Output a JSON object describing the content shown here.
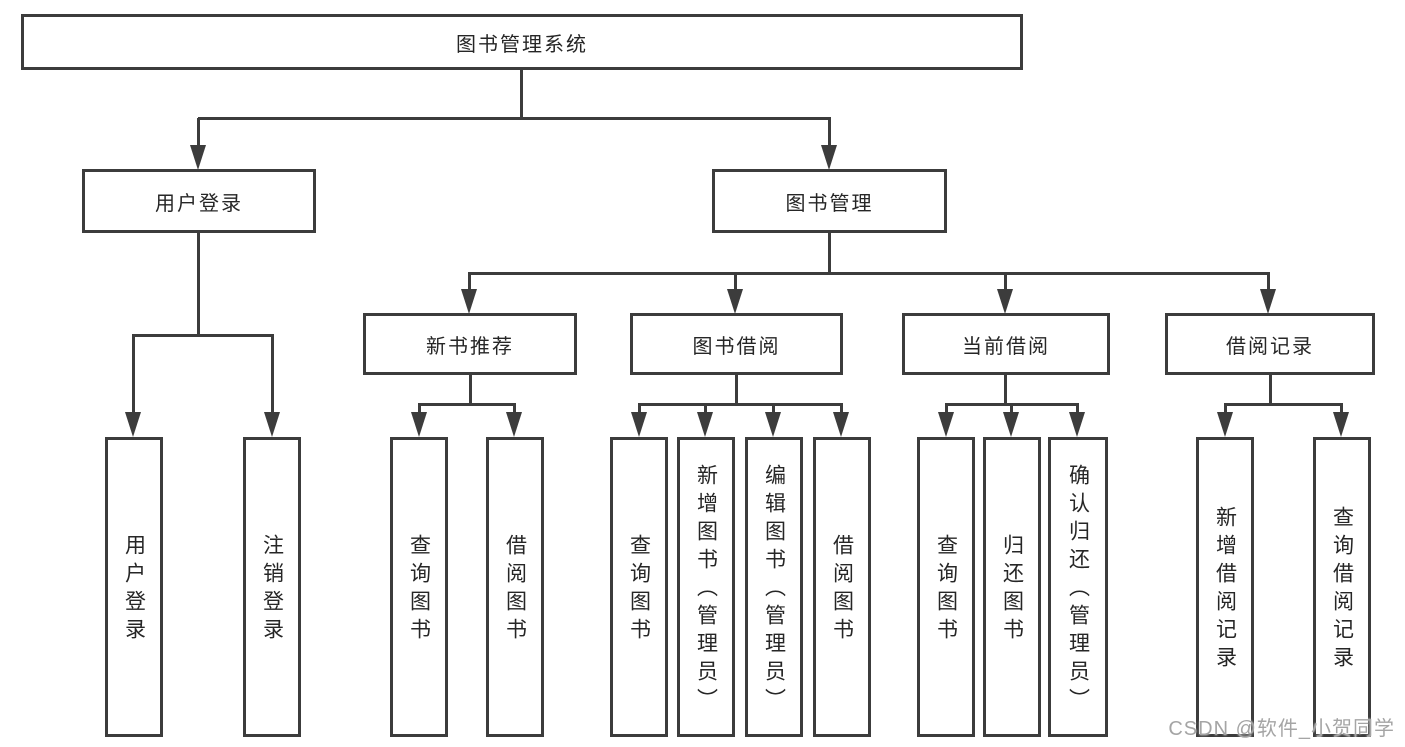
{
  "tree": {
    "root": "图书管理系统",
    "branches": [
      {
        "label": "用户登录",
        "children": [
          "用户登录",
          "注销登录"
        ]
      },
      {
        "label": "图书管理",
        "sections": [
          {
            "label": "新书推荐",
            "children": [
              "查询图书",
              "借阅图书"
            ]
          },
          {
            "label": "图书借阅",
            "children": [
              "查询图书",
              "新增图书（管理员）",
              "编辑图书（管理员）",
              "借阅图书"
            ]
          },
          {
            "label": "当前借阅",
            "children": [
              "查询图书",
              "归还图书",
              "确认归还（管理员）"
            ]
          },
          {
            "label": "借阅记录",
            "children": [
              "新增借阅记录",
              "查询借阅记录"
            ]
          }
        ]
      }
    ]
  },
  "watermark": {
    "text": "CSDN @软件_小贺同学"
  },
  "colors": {
    "line": "#3c3c3c",
    "text": "#262626",
    "watermark": "#a5a5a5",
    "background": "#ffffff"
  }
}
